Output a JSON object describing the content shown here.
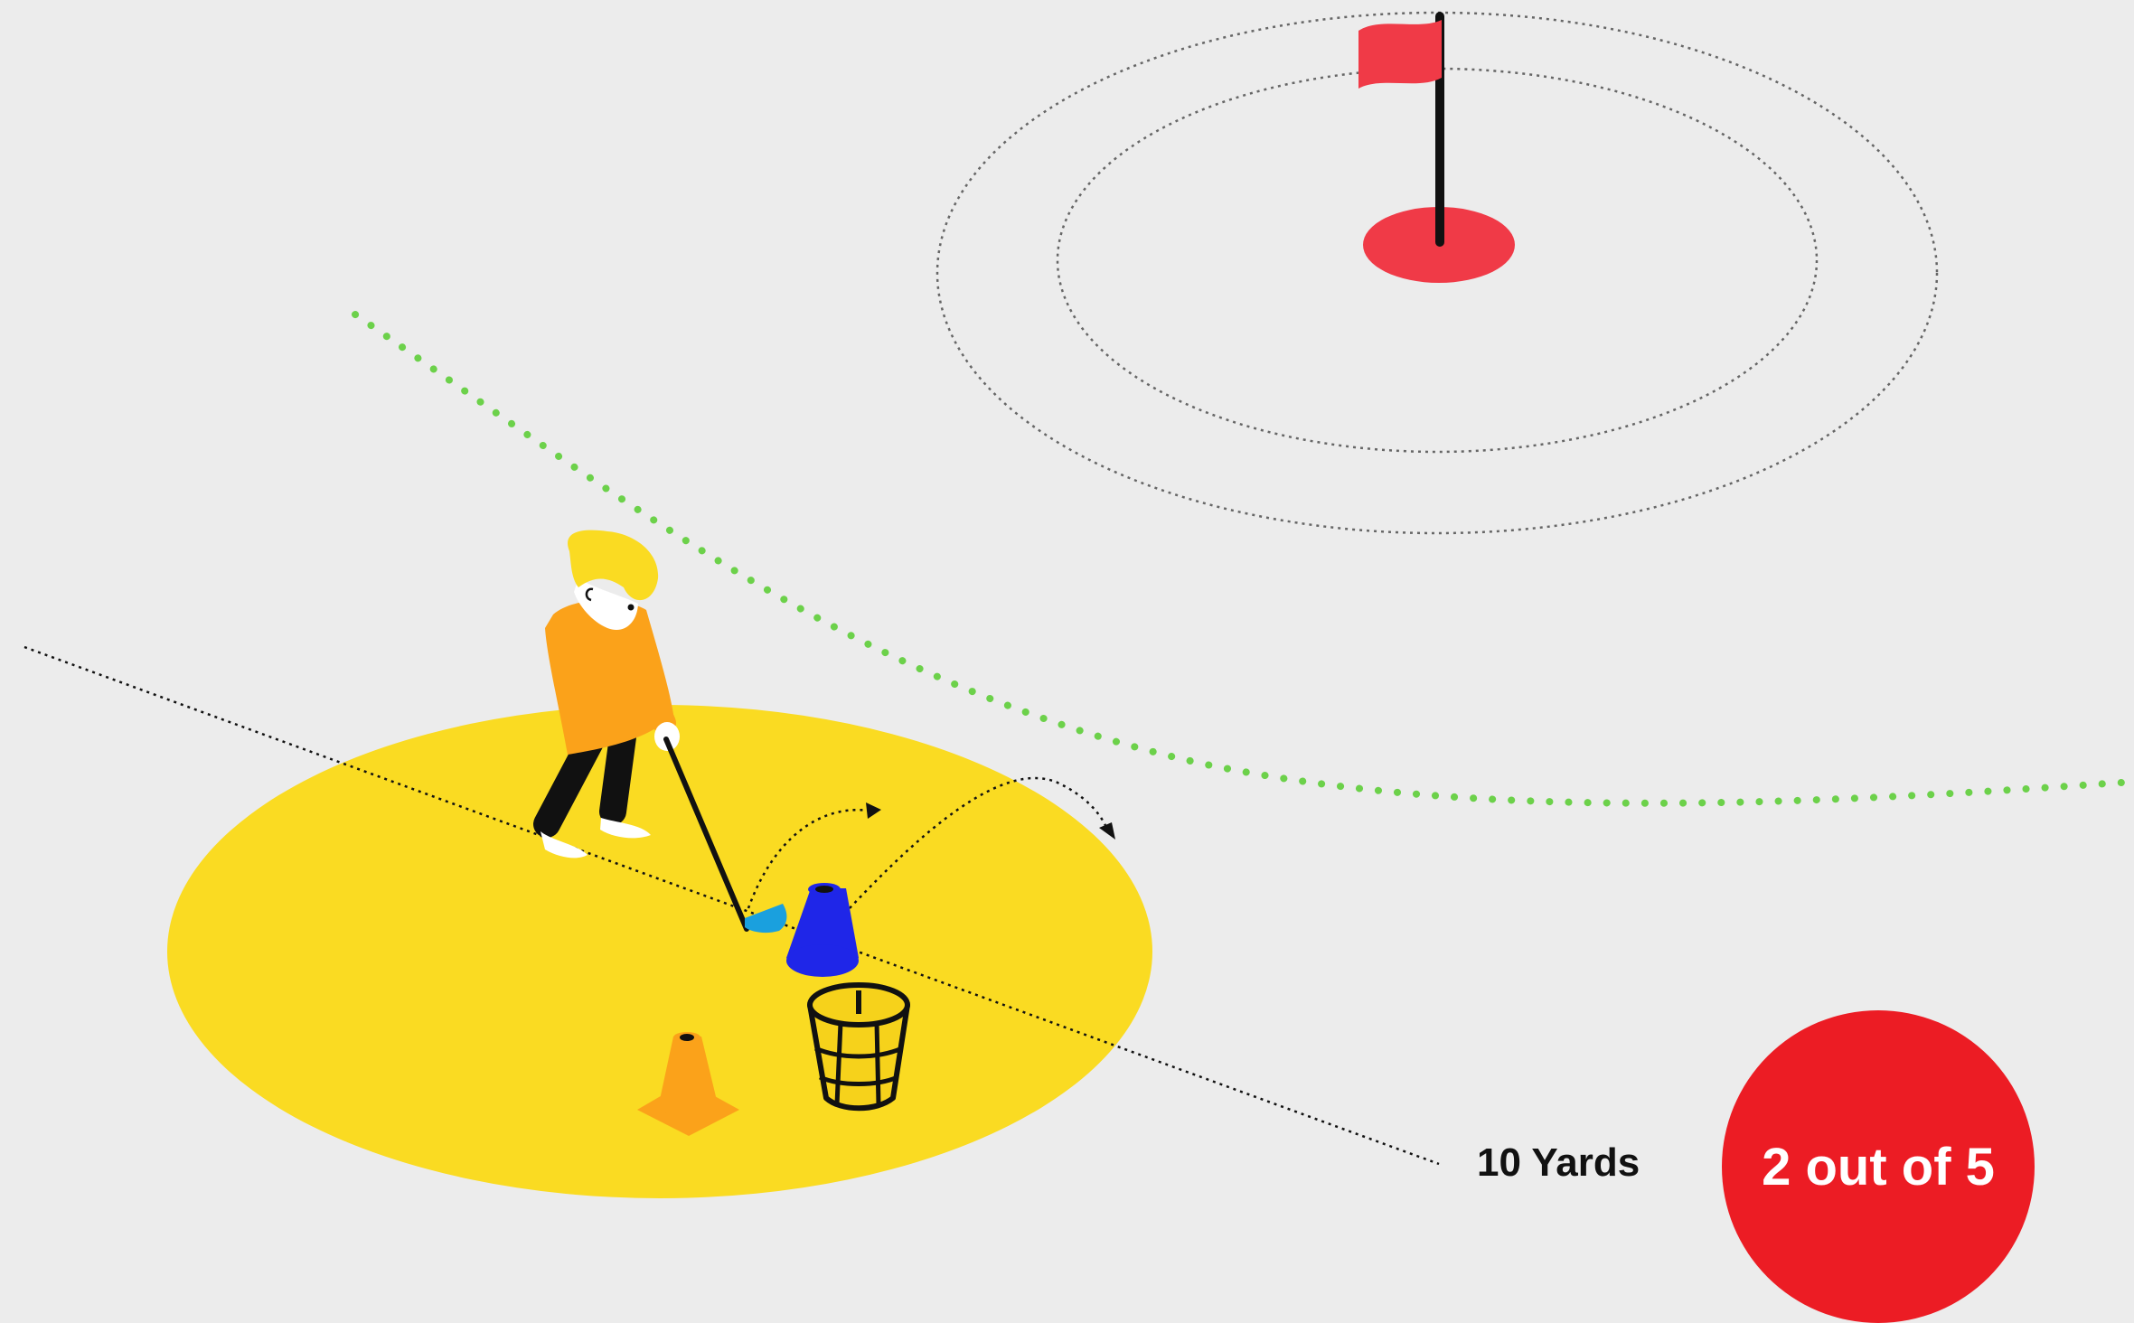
{
  "distance_label": "10 Yards",
  "score": {
    "text": "2 out of 5",
    "current": 2,
    "total": 5
  },
  "colors": {
    "background": "#ececec",
    "hitting_zone": "#fadb22",
    "player_shirt": "#fba21a",
    "player_hair": "#fadb22",
    "cone": "#fba21a",
    "target_cone": "#1f26e8",
    "club_head": "#1aa0de",
    "flag": "#f03a47",
    "hole": "#f03a47",
    "ball_path": "#6cd14a",
    "badge": "#ec1c24"
  },
  "icons": {
    "player": "golfer-figure",
    "flag": "flag-icon",
    "basket": "ball-basket-icon",
    "cone": "cone-icon",
    "target_cone": "target-cone-icon"
  }
}
